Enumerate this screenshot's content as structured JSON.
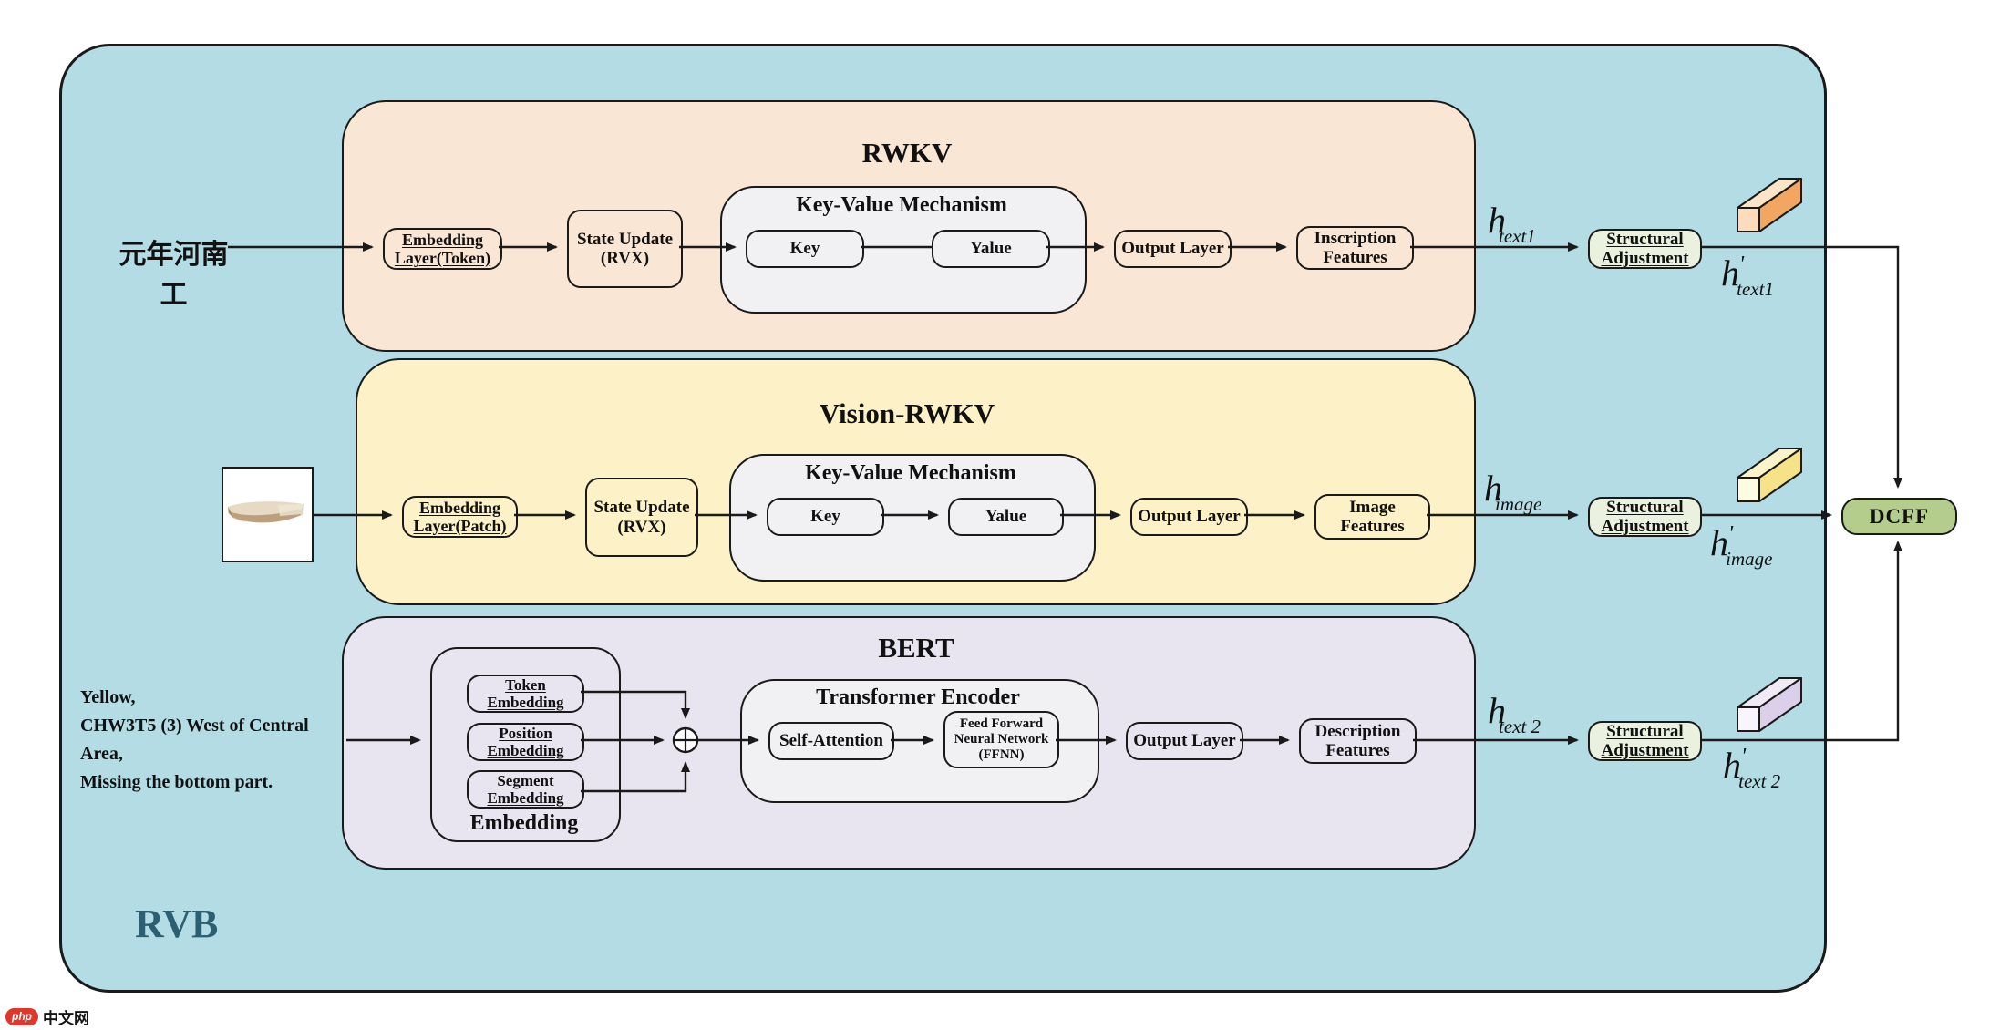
{
  "rvb_label": "RVB",
  "dcff_label": "DCFF",
  "logo": {
    "badge": "php",
    "site": "中文网"
  },
  "rwkv": {
    "title": "RWKV",
    "input_text": "元年河南工",
    "embedding_layer": "Embedding\nLayer(Token)",
    "state_update": "State Update\n(RVX)",
    "kv_title": "Key-Value Mechanism",
    "key": "Key",
    "value": "Yalue",
    "output_layer": "Output Layer",
    "features": "Inscription\nFeatures",
    "h_in": {
      "base": "h",
      "prime": "",
      "sub": "text1"
    },
    "structural": "Structural\nAdjustment",
    "h_out": {
      "base": "h",
      "prime": "'",
      "sub": "text1"
    }
  },
  "vision": {
    "title": "Vision-RWKV",
    "embedding_layer": "Embedding\nLayer(Patch)",
    "state_update": "State Update\n(RVX)",
    "kv_title": "Key-Value Mechanism",
    "key": "Key",
    "value": "Yalue",
    "output_layer": "Output Layer",
    "features": "Image\nFeatures",
    "h_in": {
      "base": "h",
      "prime": "",
      "sub": "image"
    },
    "structural": "Structural\nAdjustment",
    "h_out": {
      "base": "h",
      "prime": "'",
      "sub": "image"
    }
  },
  "bert": {
    "title": "BERT",
    "input_text": "Yellow,\nCHW3T5 (3) West of Central Area,\n Missing the bottom part.",
    "token_embedding": "Token\nEmbedding",
    "position_embedding": "Position\nEmbedding",
    "segment_embedding": "Segment\nEmbedding",
    "embedding_label": "Embedding",
    "encoder_title": "Transformer Encoder",
    "self_attention": "Self-Attention",
    "ffnn": "Feed Forward\nNeural Network\n(FFNN)",
    "output_layer": "Output Layer",
    "features": "Description\nFeatures",
    "h_in": {
      "base": "h",
      "prime": "",
      "sub": "text 2"
    },
    "structural": "Structural\nAdjustment",
    "h_out": {
      "base": "h",
      "prime": "'",
      "sub": "text 2"
    }
  },
  "colors": {
    "container_bg": "#B3DCE5",
    "rwkv_bg": "#FAE6D5",
    "vision_bg": "#FCF1C7",
    "bert_bg": "#E8E5F0",
    "inner_gray_bg": "#F1F0F2",
    "structural_bg": "#EAF2DF",
    "dcff_bg": "#B4CD8D",
    "rvb_text": "#2B5F71",
    "line": "#1A1A1A",
    "logo_red": "#E0372C",
    "tensor_text1": "#F3A662",
    "tensor_image": "#F6E387",
    "tensor_text2": "#DBCFE9"
  }
}
